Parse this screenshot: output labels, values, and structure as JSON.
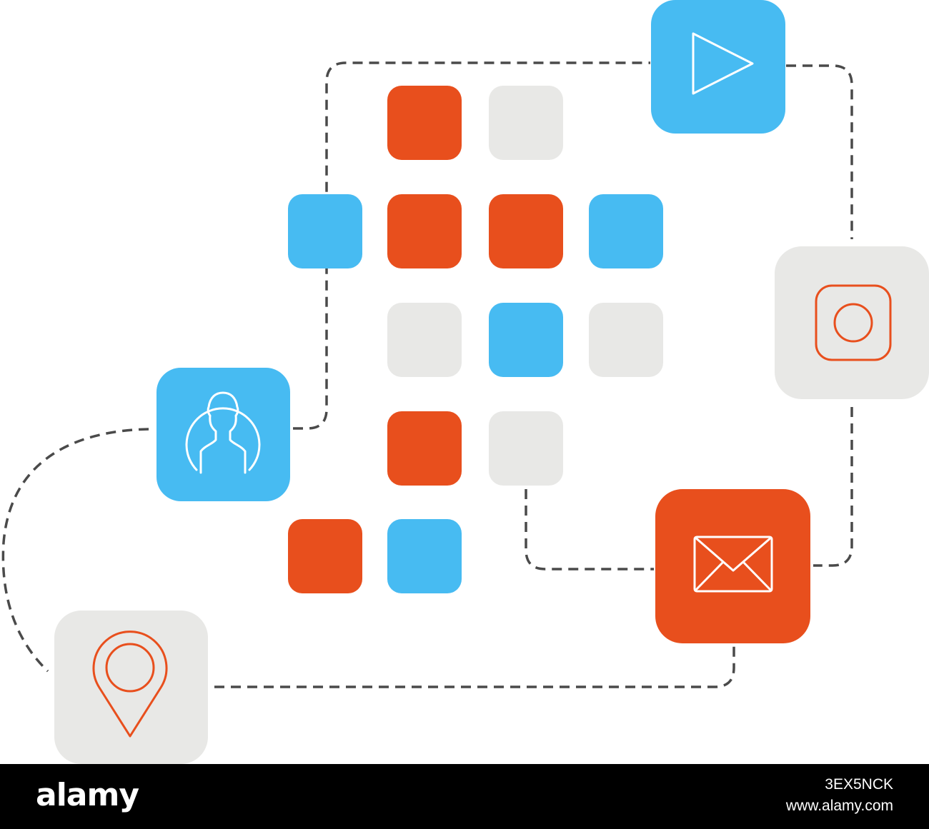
{
  "colors": {
    "blue": "#47bbf2",
    "orange": "#e84f1d",
    "gray": "#e8e8e6",
    "white": "#ffffff",
    "line": "#4a4a4a",
    "footer": "#000000"
  },
  "tiles": [
    {
      "row": 1,
      "col": 2,
      "color": "orange"
    },
    {
      "row": 1,
      "col": 3,
      "color": "gray"
    },
    {
      "row": 2,
      "col": 1,
      "color": "blue"
    },
    {
      "row": 2,
      "col": 2,
      "color": "orange"
    },
    {
      "row": 2,
      "col": 3,
      "color": "orange"
    },
    {
      "row": 2,
      "col": 4,
      "color": "blue"
    },
    {
      "row": 3,
      "col": 2,
      "color": "gray"
    },
    {
      "row": 3,
      "col": 3,
      "color": "blue"
    },
    {
      "row": 3,
      "col": 4,
      "color": "gray"
    },
    {
      "row": 4,
      "col": 2,
      "color": "orange"
    },
    {
      "row": 4,
      "col": 3,
      "color": "gray"
    },
    {
      "row": 5,
      "col": 1,
      "color": "orange"
    },
    {
      "row": 5,
      "col": 2,
      "color": "blue"
    }
  ],
  "apps": [
    {
      "icon": "play-icon",
      "background": "blue"
    },
    {
      "icon": "instagram-icon",
      "background": "gray"
    },
    {
      "icon": "user-icon",
      "background": "blue"
    },
    {
      "icon": "mail-icon",
      "background": "orange"
    },
    {
      "icon": "location-pin-icon",
      "background": "gray"
    }
  ],
  "footer": {
    "logo": "alamy",
    "image_id": "3EX5NCK",
    "url": "www.alamy.com"
  }
}
